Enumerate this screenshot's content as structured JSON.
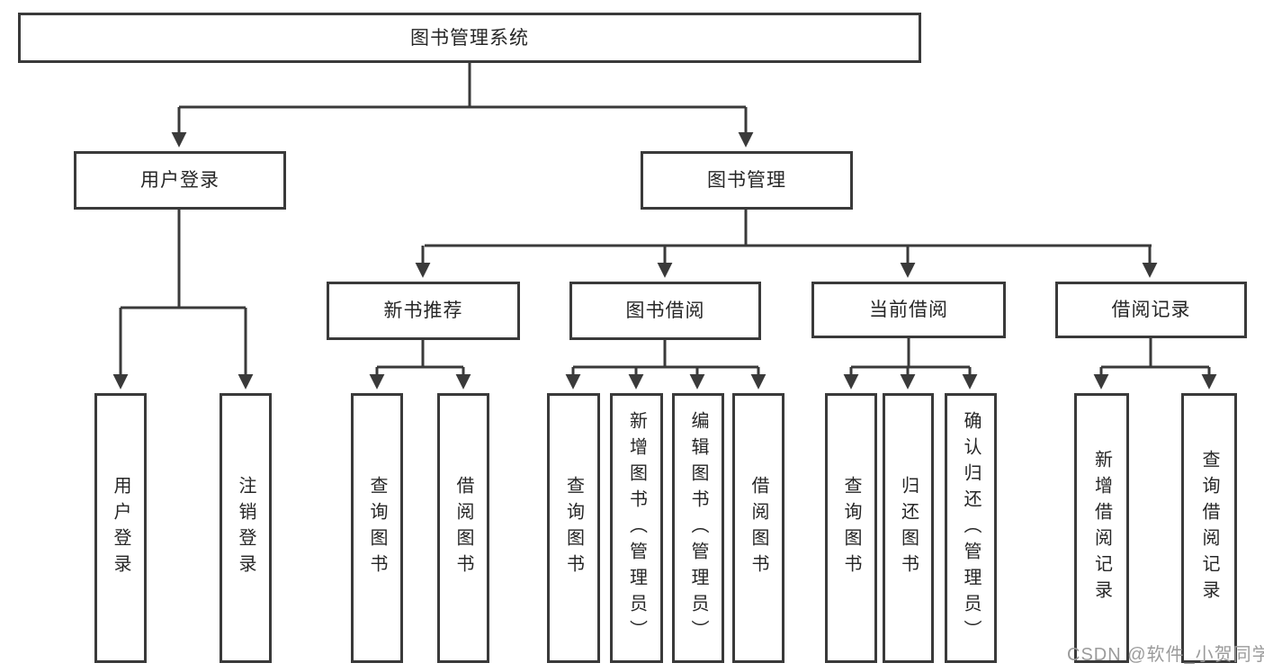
{
  "diagram": {
    "title": "图书管理系统",
    "root": {
      "label": "图书管理系统"
    },
    "level2": [
      {
        "label": "用户登录"
      },
      {
        "label": "图书管理"
      }
    ],
    "level3": [
      {
        "label": "新书推荐"
      },
      {
        "label": "图书借阅"
      },
      {
        "label": "当前借阅"
      },
      {
        "label": "借阅记录"
      }
    ],
    "leaves": {
      "login": [
        "用户登录",
        "注销登录"
      ],
      "new_book": [
        "查询图书",
        "借阅图书"
      ],
      "book_borrow": [
        "查询图书",
        "新增图书（管理员）",
        "编辑图书（管理员）",
        "借阅图书"
      ],
      "current_borrow": [
        "查询图书",
        "归还图书",
        "确认归还（管理员）"
      ],
      "borrow_records": [
        "新增借阅记录",
        "查询借阅记录"
      ]
    },
    "watermark": "CSDN @软件_小贺同学",
    "colors": {
      "line": "#3a3a3a",
      "text": "#262626",
      "watermark": "#9b9b9b",
      "background": "#ffffff"
    }
  }
}
